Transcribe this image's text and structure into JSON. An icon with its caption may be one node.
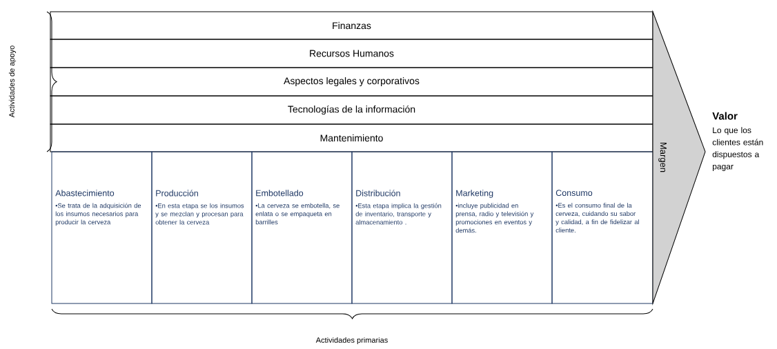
{
  "diagram": {
    "nodes": [
      {
        "text": [
          "Finanzas"
        ]
      },
      {
        "text": [
          "Recursos Humanos"
        ]
      },
      {
        "text": [
          "Aspectos legales y corporativos"
        ]
      },
      {
        "text": [
          "Tecnologías de la información"
        ]
      },
      {
        "text": [
          "Mantenimiento"
        ]
      },
      {
        "text": [
          "Abastecimiento",
          "•Se trata de la adquisición de los insumos necesarios para producir la cerveza"
        ]
      },
      {
        "text": [
          "Producción",
          "•En esta etapa se los insumos y se mezclan y procesan para obtener la cerveza"
        ]
      },
      {
        "text": [
          "Embotellado",
          "•La cerveza se embotella, se enlata o se empaqueta en barrilles"
        ]
      },
      {
        "text": [
          "Distribución",
          "•Esta etapa implica la gestión de inventario, transporte y almacenamiento ."
        ]
      },
      {
        "text": [
          "Marketing",
          "•incluye publicidad en prensa, radio y televisión y promociones en eventos y demás."
        ]
      },
      {
        "text": [
          "Consumo",
          "•Es el consumo final de la cerveza, cuidando su sabor y calidad, a fin de fidelizar al cliente."
        ]
      },
      {
        "text": [
          "Margen"
        ]
      }
    ],
    "edges": [],
    "labels": [
      "Actividades de apoyo",
      "Valor",
      "Lo que los clientes están dispuestos a pagar",
      "Actividades primarias"
    ]
  }
}
